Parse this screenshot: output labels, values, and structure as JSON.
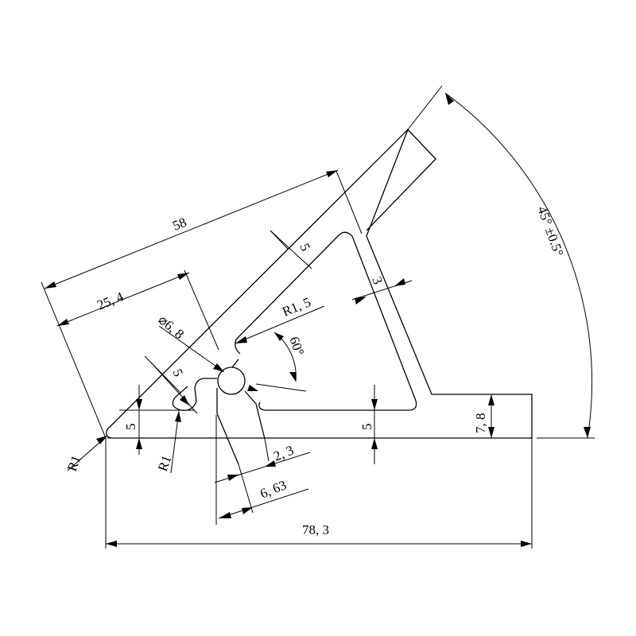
{
  "drawing": {
    "dim_58": "58",
    "dim_25_4": "25, 4",
    "dim_45": "45° ±0.5°",
    "dim_5_top": "5",
    "dim_3": "3",
    "dim_r15": "R1, 5",
    "dim_phi": "⌀6, 8",
    "dim_60": "60°",
    "dim_5_diag": "5",
    "dim_5_left": "5",
    "dim_5_right": "5",
    "dim_7_8": "7, 8",
    "dim_r1_left": "R1",
    "dim_r1_inner": "R1",
    "dim_2_3": "2, 3",
    "dim_6_63": "6, 63",
    "dim_78_3": "78, 3"
  }
}
